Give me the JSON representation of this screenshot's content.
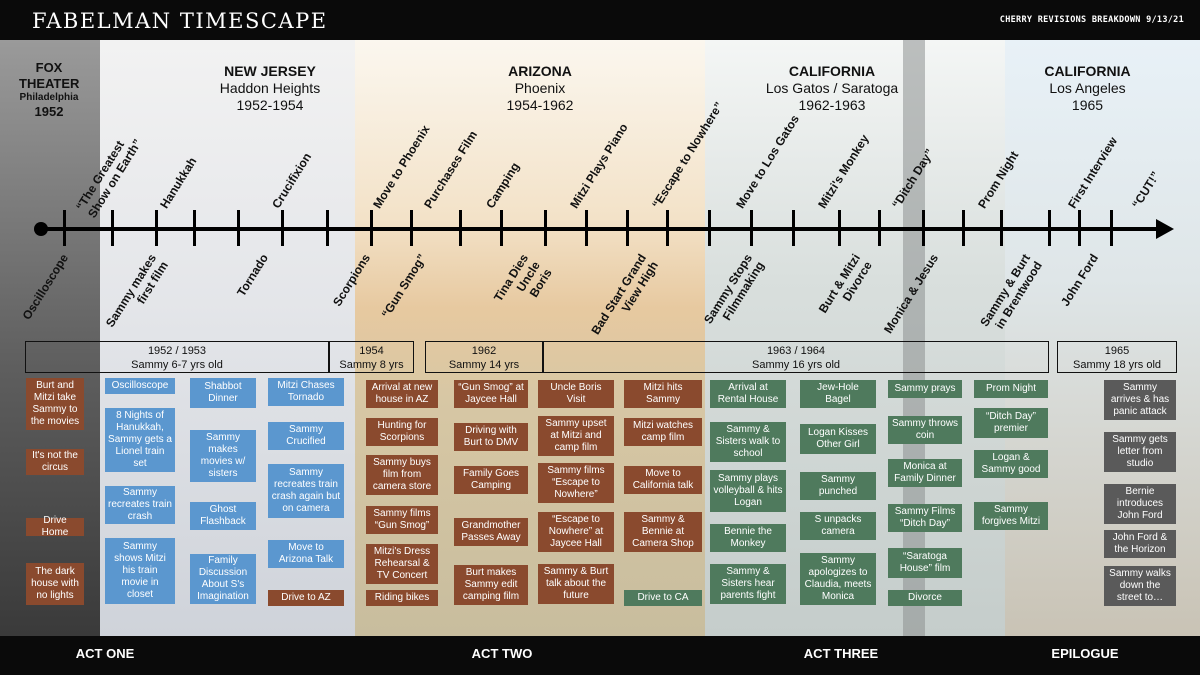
{
  "header": {
    "title": "FABELMAN TIMESCAPE",
    "subtitle": "CHERRY REVISIONS BREAKDOWN 9/13/21"
  },
  "acts": [
    "ACT ONE",
    "ACT TWO",
    "ACT THREE",
    "EPILOGUE"
  ],
  "colors": {
    "scene_brown": "#8a4a2e",
    "scene_blue": "#5b97cf",
    "scene_green": "#4f7a5d",
    "scene_gray": "#5a5a5a",
    "axis": "#000000"
  },
  "locations": [
    {
      "name": "FOX THEATER",
      "city": "Philadelphia",
      "years": "1952"
    },
    {
      "name": "NEW JERSEY",
      "city": "Haddon Heights",
      "years": "1952-1954"
    },
    {
      "name": "ARIZONA",
      "city": "Phoenix",
      "years": "1954-1962"
    },
    {
      "name": "CALIFORNIA",
      "city": "Los Gatos / Saratoga",
      "years": "1962-1963"
    },
    {
      "name": "CALIFORNIA",
      "city": "Los Angeles",
      "years": "1965"
    }
  ],
  "events_above": [
    "“The Greatest Show on Earth”",
    "Hanukkah",
    "Crucifixion",
    "Move to Phoenix",
    "Purchases Film",
    "Camping",
    "Mitzi Plays Piano",
    "“Escape to Nowhere”",
    "Move to Los Gatos",
    "Mitzi's Monkey",
    "“Ditch Day”",
    "Prom Night",
    "First Interview",
    "“CUT!”"
  ],
  "events_below": [
    "Oscilloscope",
    "Sammy makes first film",
    "Tornado",
    "Scorpions",
    "“Gun Smog”",
    "Tina Dies Uncle Boris",
    "Bad Start Grand View High",
    "Sammy Stops Filmmaking",
    "Burt & Mitzi Divorce",
    "Monica & Jesus",
    "Sammy & Burt in Brentwood",
    "John Ford"
  ],
  "ages": [
    {
      "year": "1952 / 1953",
      "age": "Sammy 6-7 yrs old"
    },
    {
      "year": "1954",
      "age": "Sammy 8 yrs"
    },
    {
      "year": "1962",
      "age": "Sammy 14 yrs"
    },
    {
      "year": "1963 / 1964",
      "age": "Sammy 16 yrs old"
    },
    {
      "year": "1965",
      "age": "Sammy 18 yrs old"
    }
  ],
  "scenes": [
    [
      "Burt and Mitzi take Sammy to the movies",
      "It's not the circus",
      "Drive Home",
      "The dark house with no lights"
    ],
    [
      "Oscilloscope",
      "8 Nights of Hanukkah, Sammy gets a Lionel train set",
      "Sammy recreates train crash",
      "Sammy shows Mitzi his train movie in closet"
    ],
    [
      "Shabbot Dinner",
      "Sammy makes movies w/ sisters",
      "Ghost Flashback",
      "Family Discussion About S's Imagination"
    ],
    [
      "Mitzi Chases Tornado",
      "Sammy Crucified",
      "Sammy recreates train crash again but on camera",
      "Move to Arizona Talk",
      "Drive to AZ"
    ],
    [
      "Arrival at new house in AZ",
      "Hunting for Scorpions",
      "Sammy buys film from camera store",
      "Sammy films “Gun Smog”",
      "Mitzi's Dress Rehearsal & TV Concert",
      "Riding bikes"
    ],
    [
      "“Gun Smog” at Jaycee Hall",
      "Driving with Burt to DMV",
      "Family Goes Camping",
      "Grandmother Passes Away",
      "Burt makes Sammy edit camping film"
    ],
    [
      "Uncle Boris Visit",
      "Sammy upset at Mitzi and camp film",
      "Sammy films “Escape to Nowhere”",
      "“Escape to Nowhere” at Jaycee Hall",
      "Sammy & Burt talk about the future"
    ],
    [
      "Mitzi hits Sammy",
      "Mitzi watches camp film",
      "Move to California talk",
      "Sammy & Bennie at Camera Shop",
      "Drive to CA"
    ],
    [
      "Arrival at Rental House",
      "Sammy & Sisters walk to school",
      "Sammy plays volleyball & hits Logan",
      "Bennie the Monkey",
      "Sammy & Sisters hear parents fight"
    ],
    [
      "Jew-Hole Bagel",
      "Logan Kisses Other Girl",
      "Sammy punched",
      "S unpacks camera",
      "Sammy apologizes to Claudia, meets Monica"
    ],
    [
      "Sammy prays",
      "Sammy throws coin",
      "Monica at Family Dinner",
      "Sammy Films “Ditch Day”",
      "“Saratoga House” film",
      "Divorce"
    ],
    [
      "Prom Night",
      "“Ditch Day” premier",
      "Logan & Sammy good",
      "Sammy forgives Mitzi"
    ],
    [
      "Sammy arrives & has panic attack",
      "Sammy gets letter from studio",
      "Bernie introduces John Ford",
      "John Ford & the Horizon",
      "Sammy walks down the street to…"
    ]
  ]
}
